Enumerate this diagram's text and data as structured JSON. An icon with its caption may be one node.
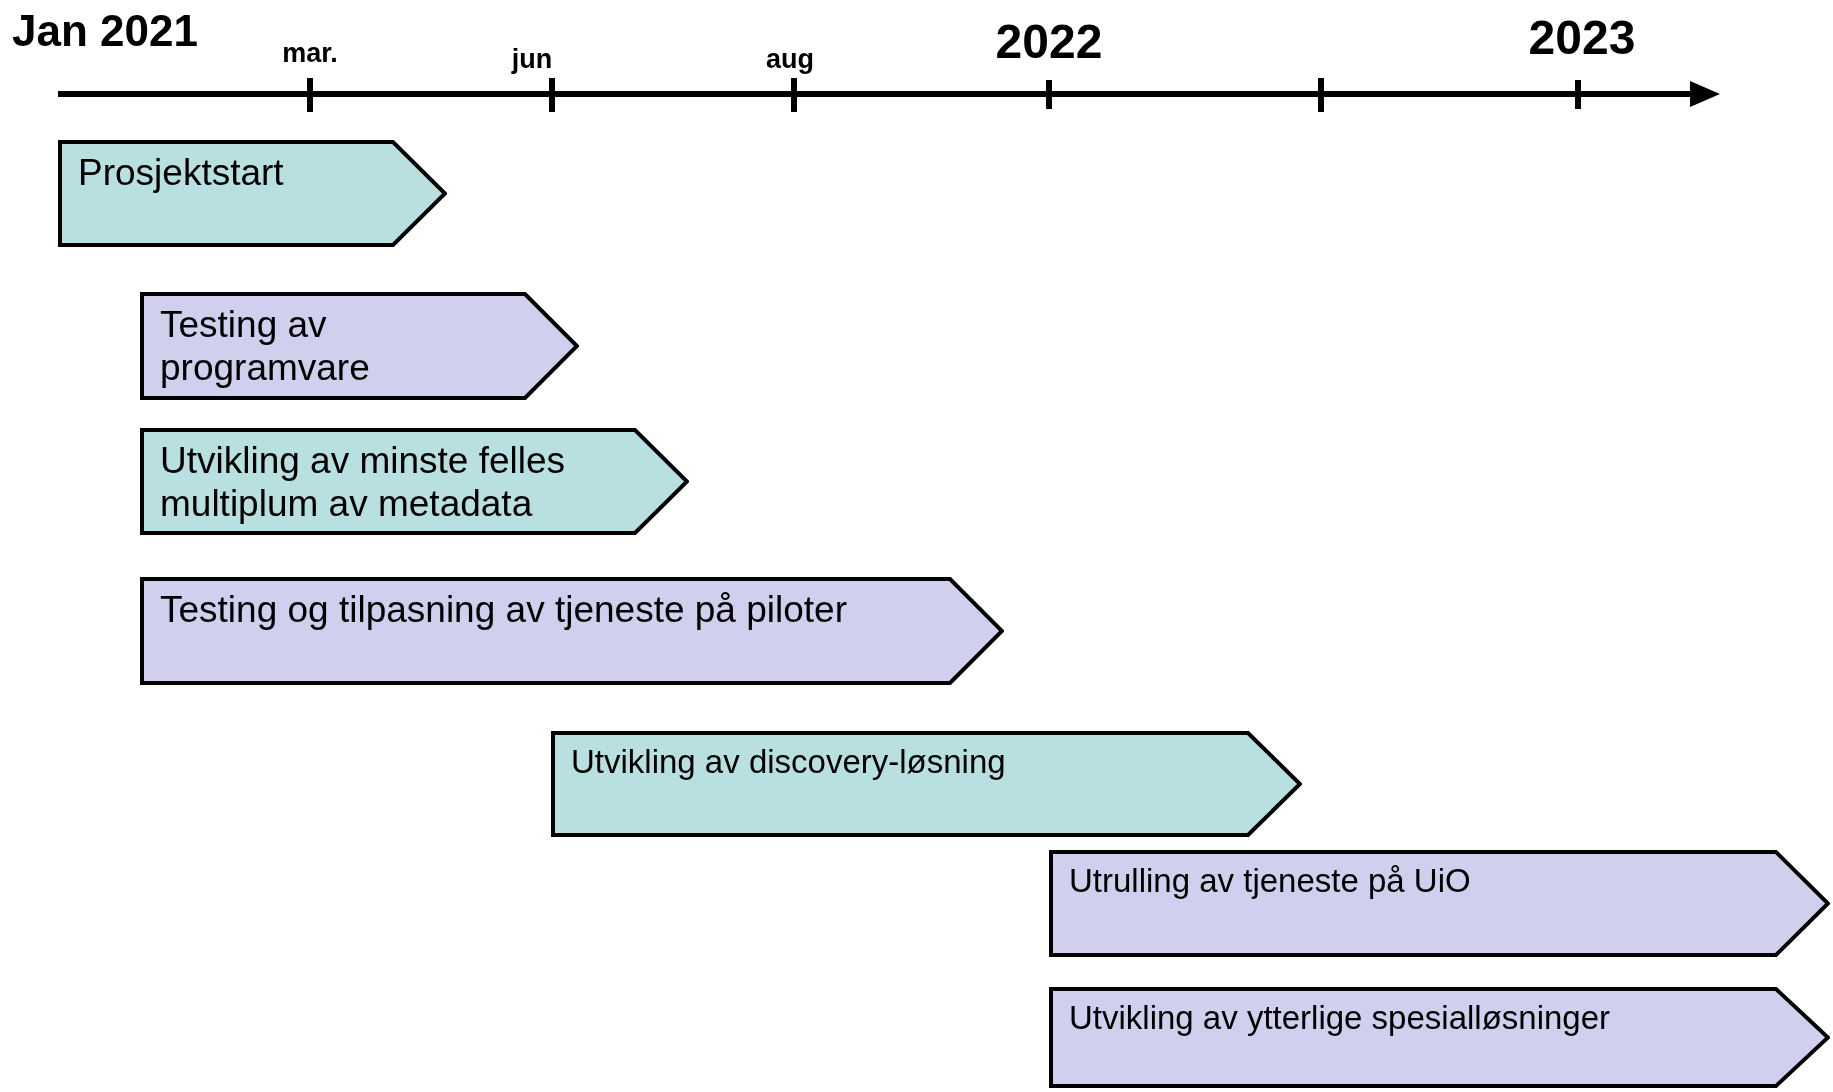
{
  "diagram": {
    "nodes": [
      {
        "text": [
          "Prosjektstart"
        ]
      },
      {
        "text": [
          "Testing av programvare"
        ]
      },
      {
        "text": [
          "Utvikling av minste felles multiplum av metadata"
        ]
      },
      {
        "text": [
          "Testing og tilpasning av tjeneste på piloter"
        ]
      },
      {
        "text": [
          "Utvikling av discovery-løsning"
        ]
      },
      {
        "text": [
          "Utrulling av tjeneste på UiO"
        ]
      },
      {
        "text": [
          "Utvikling av ytterlige spesialløsninger"
        ]
      }
    ],
    "labels": [
      "Jan 2021",
      "mar.",
      "jun",
      "aug",
      "2022",
      "2023"
    ]
  }
}
